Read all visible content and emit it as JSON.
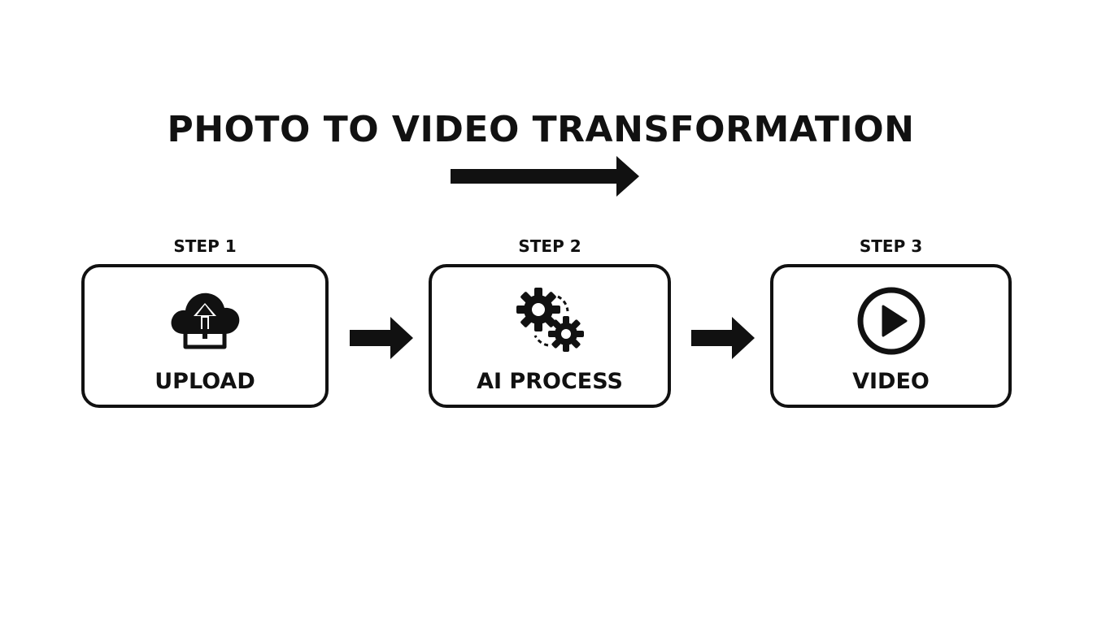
{
  "title": "PHOTO TO VIDEO TRANSFORMATION",
  "colors": {
    "ink": "#111111",
    "background": "#ffffff"
  },
  "steps": [
    {
      "label": "STEP 1",
      "name": "UPLOAD",
      "icon": "cloud-upload-icon"
    },
    {
      "label": "STEP 2",
      "name": "AI PROCESS",
      "icon": "gears-icon"
    },
    {
      "label": "STEP 3",
      "name": "VIDEO",
      "icon": "play-circle-icon"
    }
  ]
}
